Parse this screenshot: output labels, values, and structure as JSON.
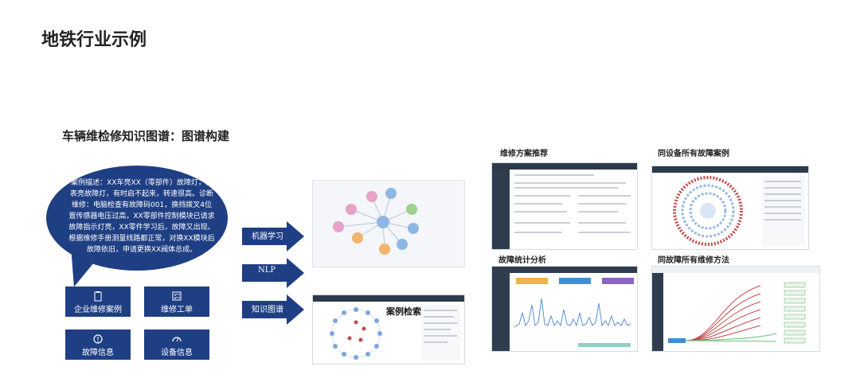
{
  "page": {
    "title": "地铁行业示例",
    "subtitle": "车辆维检修知识图谱：图谱构建"
  },
  "bubble": {
    "text": "案例描述：XX车亮XX（零部件）故障灯，仪表亮故障灯，有时启不起来，转速很高。诊断维修：电脑检查有故障码001，换挡拨叉4位置传感器电压过高，XX零部件控制模块已请求故障指示灯亮，XX零件学习后，故障又出现。根据维修手册测量线路都正常，对换XX模块后故障依旧，申请更换XX阀体总成。"
  },
  "tiles": [
    {
      "label": "企业维修案例",
      "icon": "clipboard-icon"
    },
    {
      "label": "维修工单",
      "icon": "checklist-icon"
    },
    {
      "label": "故障信息",
      "icon": "warning-gear-icon"
    },
    {
      "label": "设备信息",
      "icon": "gauge-icon"
    }
  ],
  "arrows": [
    {
      "label": "机器学习"
    },
    {
      "label": "NLP"
    },
    {
      "label": "知识图谱"
    }
  ],
  "center_shot": {
    "label": "案例检索"
  },
  "screens": [
    {
      "label": "维修方案推荐"
    },
    {
      "label": "同设备所有故障案例"
    },
    {
      "label": "故障统计分析"
    },
    {
      "label": "同故障所有维修方法"
    }
  ],
  "colors": {
    "brand": "#1f3f84",
    "graph_node": "#8fb7e6",
    "accent_red": "#c24a4a"
  }
}
